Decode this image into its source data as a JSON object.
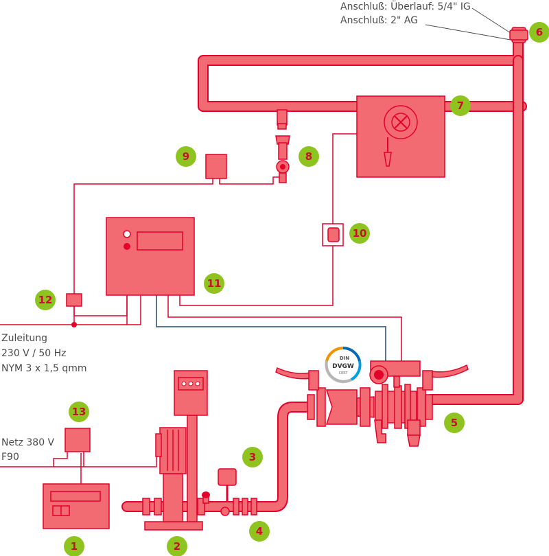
{
  "annotations": {
    "overflow_connection": "Anschluß: Überlauf: 5/4\" IG",
    "ag_connection": "Anschluß: 2\" AG",
    "supply_line": [
      "Zuleitung",
      "230 V / 50 Hz",
      "NYM 3 x 1,5 qmm"
    ],
    "mains": [
      "Netz 380 V",
      "F90"
    ],
    "certification": {
      "top": "DIN",
      "middle": "DVGW",
      "bottom": "CERT"
    }
  },
  "badges": [
    "1",
    "2",
    "3",
    "4",
    "5",
    "6",
    "7",
    "8",
    "9",
    "10",
    "11",
    "12",
    "13"
  ],
  "colors": {
    "component_fill": "#f26b73",
    "component_stroke": "#e4002b",
    "badge_fill": "#8fc31f",
    "badge_text": "#c8102e",
    "signal_line": "#5a7590",
    "leader_line": "#4a4a4a"
  }
}
